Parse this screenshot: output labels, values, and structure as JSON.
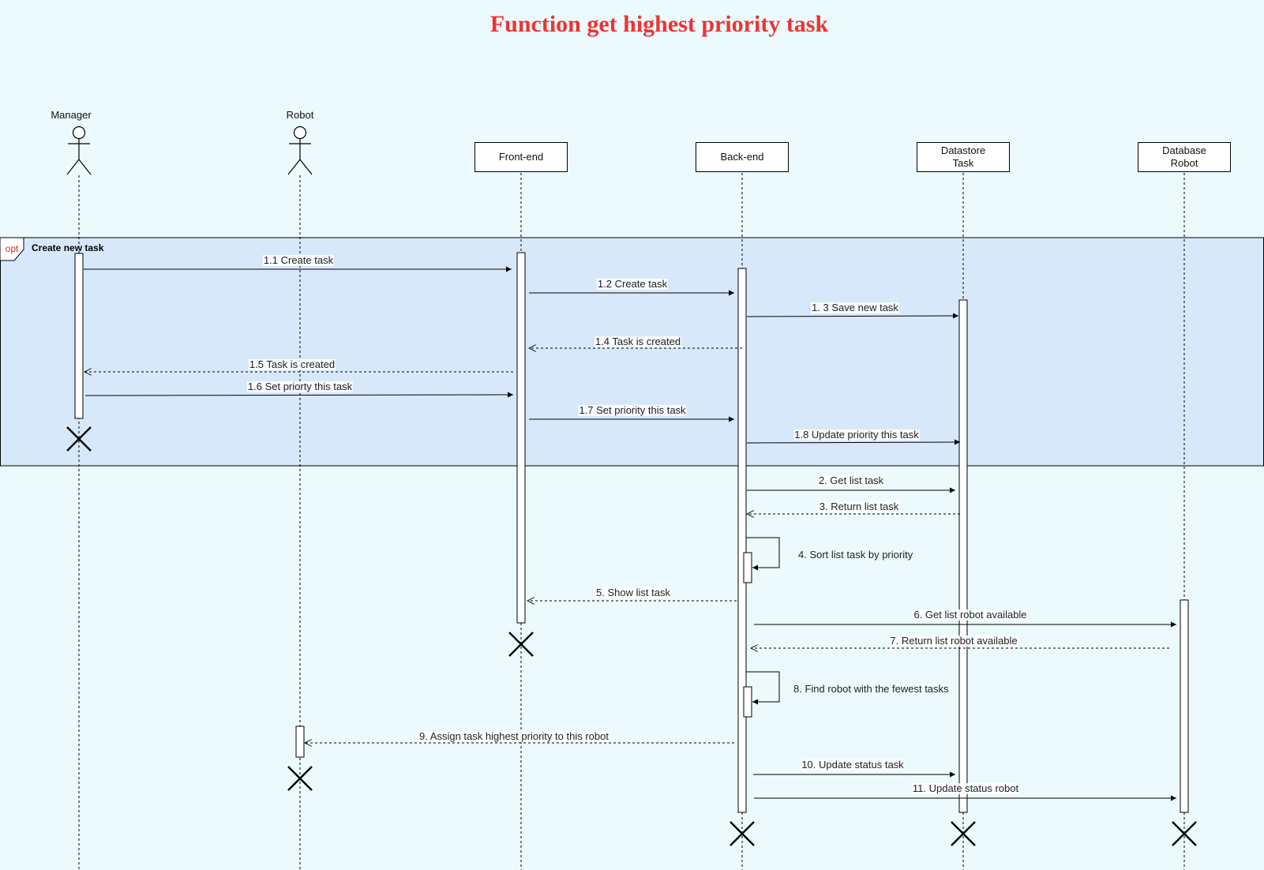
{
  "title": "Function get highest priority task",
  "colors": {
    "background": "#ecfafe",
    "title": "#ee3333",
    "frame_fill": "#d8e8fb",
    "frame_tag": "#ee2222"
  },
  "actors": [
    {
      "id": "manager",
      "label": "Manager",
      "kind": "actor"
    },
    {
      "id": "robot",
      "label": "Robot",
      "kind": "actor"
    },
    {
      "id": "frontend",
      "label": "Front-end",
      "kind": "participant"
    },
    {
      "id": "backend",
      "label": "Back-end",
      "kind": "participant"
    },
    {
      "id": "datastore",
      "label": "Datastore\nTask",
      "kind": "participant"
    },
    {
      "id": "database",
      "label": "Database\nRobot",
      "kind": "participant"
    }
  ],
  "fragment": {
    "operator": "opt",
    "condition": "Create new task"
  },
  "messages": [
    {
      "label": "1.1 Create task",
      "from": "manager",
      "to": "frontend",
      "style": "sync"
    },
    {
      "label": "1.2 Create task",
      "from": "frontend",
      "to": "backend",
      "style": "sync"
    },
    {
      "label": "1. 3 Save new task",
      "from": "backend",
      "to": "datastore",
      "style": "sync"
    },
    {
      "label": "1.4 Task is created",
      "from": "backend",
      "to": "frontend",
      "style": "reply"
    },
    {
      "label": "1.5 Task is created",
      "from": "frontend",
      "to": "manager",
      "style": "reply"
    },
    {
      "label": "1.6 Set priorty this task",
      "from": "manager",
      "to": "frontend",
      "style": "sync"
    },
    {
      "label": "1.7 Set priority this task",
      "from": "frontend",
      "to": "backend",
      "style": "sync"
    },
    {
      "label": "1.8 Update priority this task",
      "from": "backend",
      "to": "datastore",
      "style": "sync"
    },
    {
      "label": "2. Get list task",
      "from": "backend",
      "to": "datastore",
      "style": "sync"
    },
    {
      "label": "3. Return list task",
      "from": "datastore",
      "to": "backend",
      "style": "reply"
    },
    {
      "label": "4. Sort list task by priority",
      "from": "backend",
      "to": "backend",
      "style": "self"
    },
    {
      "label": "5. Show list task",
      "from": "backend",
      "to": "frontend",
      "style": "reply"
    },
    {
      "label": "6. Get list robot available",
      "from": "backend",
      "to": "database",
      "style": "sync"
    },
    {
      "label": "7. Return list robot available",
      "from": "database",
      "to": "backend",
      "style": "reply"
    },
    {
      "label": "8. Find robot with the fewest tasks",
      "from": "backend",
      "to": "backend",
      "style": "self"
    },
    {
      "label": "9. Assign task highest priority to this robot",
      "from": "backend",
      "to": "robot",
      "style": "reply"
    },
    {
      "label": "10. Update status task",
      "from": "backend",
      "to": "datastore",
      "style": "sync"
    },
    {
      "label": "11. Update status robot",
      "from": "backend",
      "to": "database",
      "style": "sync"
    }
  ]
}
